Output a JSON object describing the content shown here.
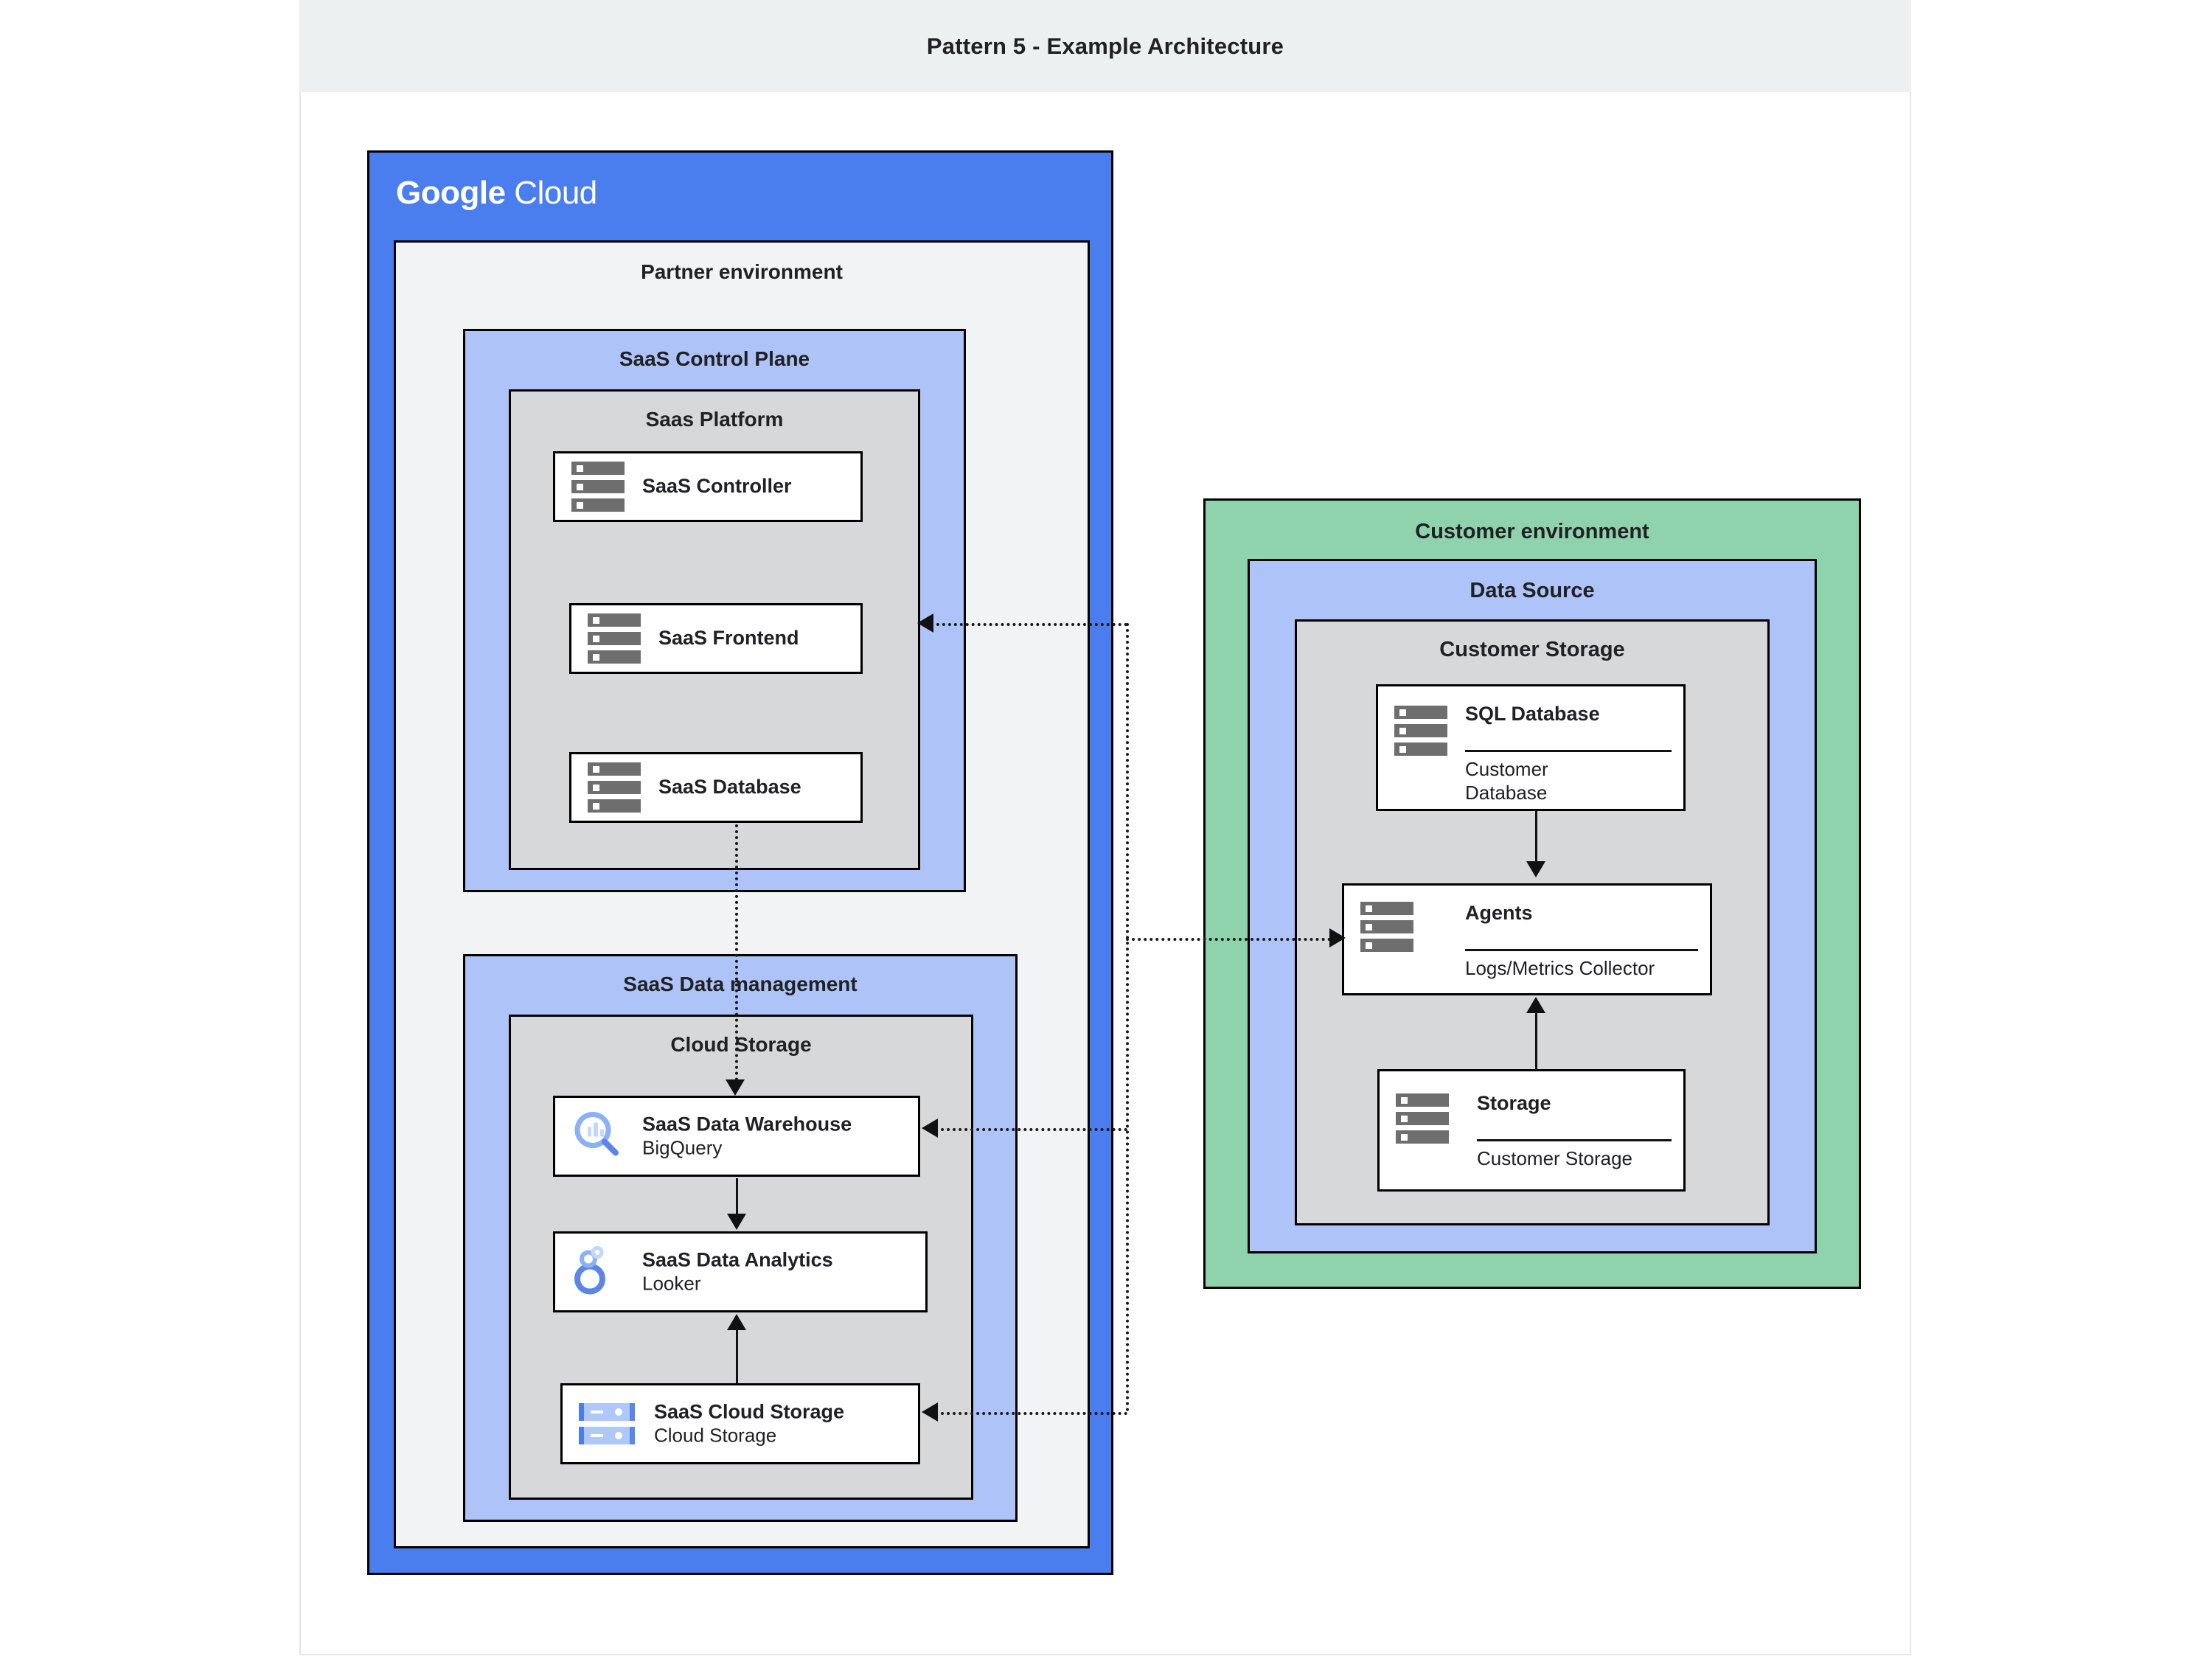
{
  "page": {
    "title": "Pattern 5 - Example Architecture"
  },
  "colors": {
    "gcp_blue": "#4a7ded",
    "env_blue": "#aec3f7",
    "env_green": "#8fd3ad",
    "env_gray": "#f1f3f4",
    "inner_gray": "#d6d8da",
    "title_bar": "#ecf0f1"
  },
  "gcp": {
    "logo_bold": "Google",
    "logo_light": "Cloud"
  },
  "partner": {
    "label": "Partner environment",
    "control_plane": {
      "label": "SaaS Control Plane",
      "platform": {
        "label": "Saas Platform",
        "nodes": [
          {
            "title": "SaaS Controller",
            "icon": "server-icon"
          },
          {
            "title": "SaaS Frontend",
            "icon": "server-icon"
          },
          {
            "title": "SaaS Database",
            "icon": "server-icon"
          }
        ]
      }
    },
    "data_management": {
      "label": "SaaS Data management",
      "cloud_storage": {
        "label": "Cloud Storage",
        "nodes": [
          {
            "title": "SaaS Data Warehouse",
            "sub": "BigQuery",
            "icon": "bigquery-icon"
          },
          {
            "title": "SaaS Data Analytics",
            "sub": "Looker",
            "icon": "looker-icon"
          },
          {
            "title": "SaaS Cloud Storage",
            "sub": "Cloud Storage",
            "icon": "cloud-storage-icon"
          }
        ]
      }
    }
  },
  "customer": {
    "label": "Customer environment",
    "data_source": {
      "label": "Data Source",
      "storage": {
        "label": "Customer Storage",
        "nodes": [
          {
            "title": "SQL Database",
            "sub": "Customer\nDatabase",
            "icon": "server-icon"
          },
          {
            "title": "Agents",
            "sub": "Logs/Metrics Collector",
            "icon": "server-icon"
          },
          {
            "title": "Storage",
            "sub": "Customer Storage",
            "icon": "server-icon"
          }
        ]
      }
    }
  },
  "connectors": [
    {
      "name": "customer-to-saas-frontend",
      "style": "dotted",
      "direction": "left"
    },
    {
      "name": "saas-trunk-to-agents",
      "style": "dotted",
      "direction": "right"
    },
    {
      "name": "customer-to-saas-data-warehouse",
      "style": "dotted",
      "direction": "left"
    },
    {
      "name": "customer-to-saas-cloud-storage",
      "style": "dotted",
      "direction": "left"
    },
    {
      "name": "saas-database-to-data-warehouse",
      "style": "dotted",
      "direction": "down"
    },
    {
      "name": "data-warehouse-to-analytics",
      "style": "solid",
      "direction": "down"
    },
    {
      "name": "cloud-storage-to-analytics",
      "style": "solid",
      "direction": "up"
    },
    {
      "name": "sql-database-to-agents",
      "style": "solid",
      "direction": "down"
    },
    {
      "name": "storage-to-agents",
      "style": "solid",
      "direction": "up"
    }
  ]
}
